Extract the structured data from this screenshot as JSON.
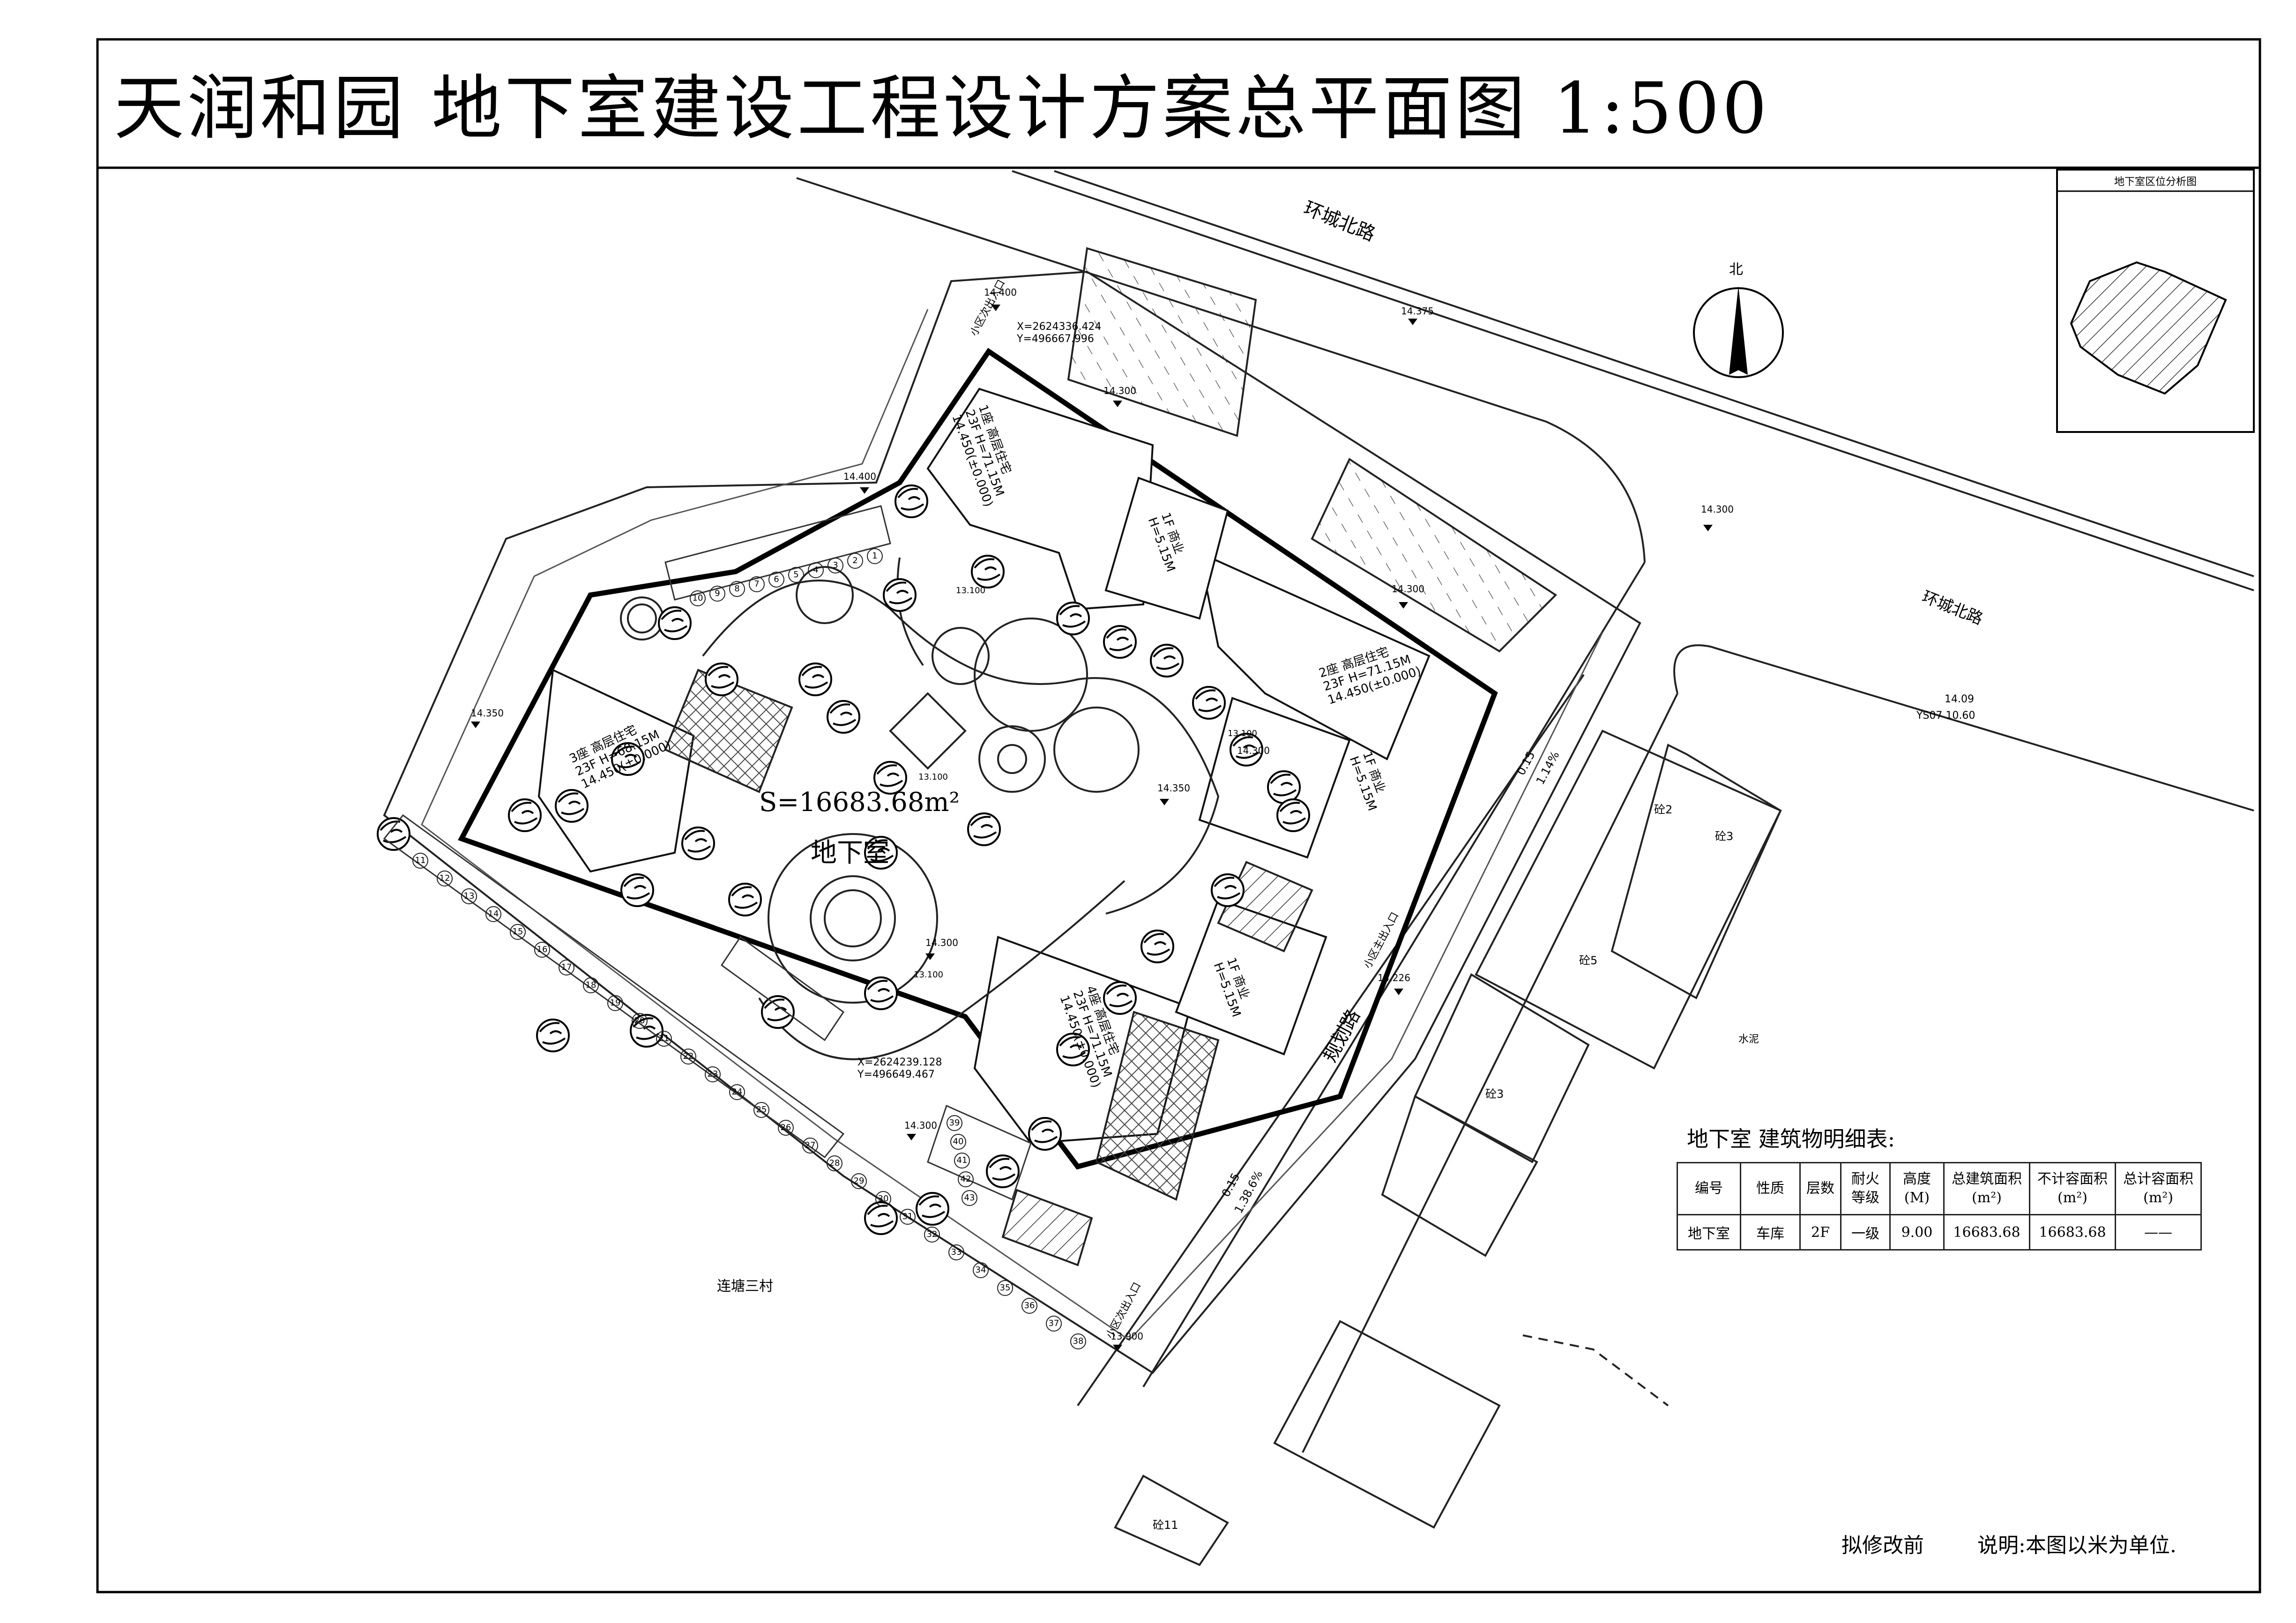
{
  "title": "天润和园 地下室建设工程设计方案总平面图 1:500",
  "inset": {
    "title": "地下室区位分析图"
  },
  "north_label": "北",
  "roads": {
    "huancheng_1": "环城北路",
    "huancheng_2": "环城北路",
    "guihua": "规划路",
    "lianjiang": "连塘三村"
  },
  "basement": {
    "area": "S=16683.68m²",
    "name": "地下室"
  },
  "buildings": {
    "b1": {
      "name": "1座 高层住宅",
      "floors": "23F H=71.15M",
      "level": "14.450(±0.000)"
    },
    "b2": {
      "name": "2座 高层住宅",
      "floors": "23F H=71.15M",
      "level": "14.450(±0.000)"
    },
    "b3": {
      "name": "3座 高层住宅",
      "floors": "23F H=68.15M",
      "level": "14.450(±0.000)"
    },
    "b4": {
      "name": "4座 高层住宅",
      "floors": "23F H=71.15M",
      "level": "14.450(±0.000)"
    },
    "c1": {
      "name": "1F 商业",
      "height": "H=5.15M"
    },
    "c2": {
      "name": "1F 商业",
      "height": "H=5.15M"
    },
    "c3": {
      "name": "1F 商业",
      "height": "H=5.15M"
    }
  },
  "coords": {
    "top": {
      "x": "X=2624336.424",
      "y": "Y=496667.996"
    },
    "bottom": {
      "x": "X=2624239.128",
      "y": "Y=496649.467"
    }
  },
  "levels": [
    "14.400",
    "14.375",
    "14.300",
    "14.400",
    "14.300",
    "14.300",
    "14.350",
    "14.300",
    "14.350",
    "14.300",
    "14.226",
    "14.300",
    "13.900",
    "13.100",
    "13.100",
    "13.100",
    "13.100"
  ],
  "ys": {
    "level": "14.09",
    "code": "YS07 10.60"
  },
  "misc": {
    "entrance_top": "小区次出入口",
    "entrance_right": "小区主出入口",
    "entrance_bottom": "小区次出入口",
    "width_a": "0.15",
    "width_b": "1.14%",
    "width_c": "0.15",
    "width_d": "1.38.6%",
    "shuini": "水泥",
    "brick2": "砼2",
    "brick3": "砼3",
    "brick3b": "砼3",
    "brick5": "砼5",
    "brick11": "砼11"
  },
  "parking_numbers": [
    "1",
    "2",
    "3",
    "4",
    "5",
    "6",
    "7",
    "8",
    "9",
    "10",
    "11",
    "12",
    "13",
    "14",
    "15",
    "16",
    "17",
    "18",
    "19",
    "20",
    "21",
    "22",
    "23",
    "24",
    "25",
    "26",
    "27",
    "28",
    "29",
    "30",
    "31",
    "32",
    "33",
    "34",
    "35",
    "36",
    "37",
    "38",
    "39",
    "40",
    "41",
    "42",
    "43"
  ],
  "table": {
    "title": "地下室 建筑物明细表:",
    "headers": [
      "编号",
      "性质",
      "层数",
      "耐火\n等级",
      "高度\n(M)",
      "总建筑面积\n(m²)",
      "不计容面积\n(m²)",
      "总计容面积\n(m²)"
    ],
    "row": [
      "地下室",
      "车库",
      "2F",
      "一级",
      "9.00",
      "16683.68",
      "16683.68",
      "——"
    ]
  },
  "footer": {
    "stage": "拟修改前",
    "note": "说明:本图以米为单位."
  },
  "colors": {
    "line": "#000000",
    "light_line": "#555555",
    "hatch": "#333333"
  }
}
